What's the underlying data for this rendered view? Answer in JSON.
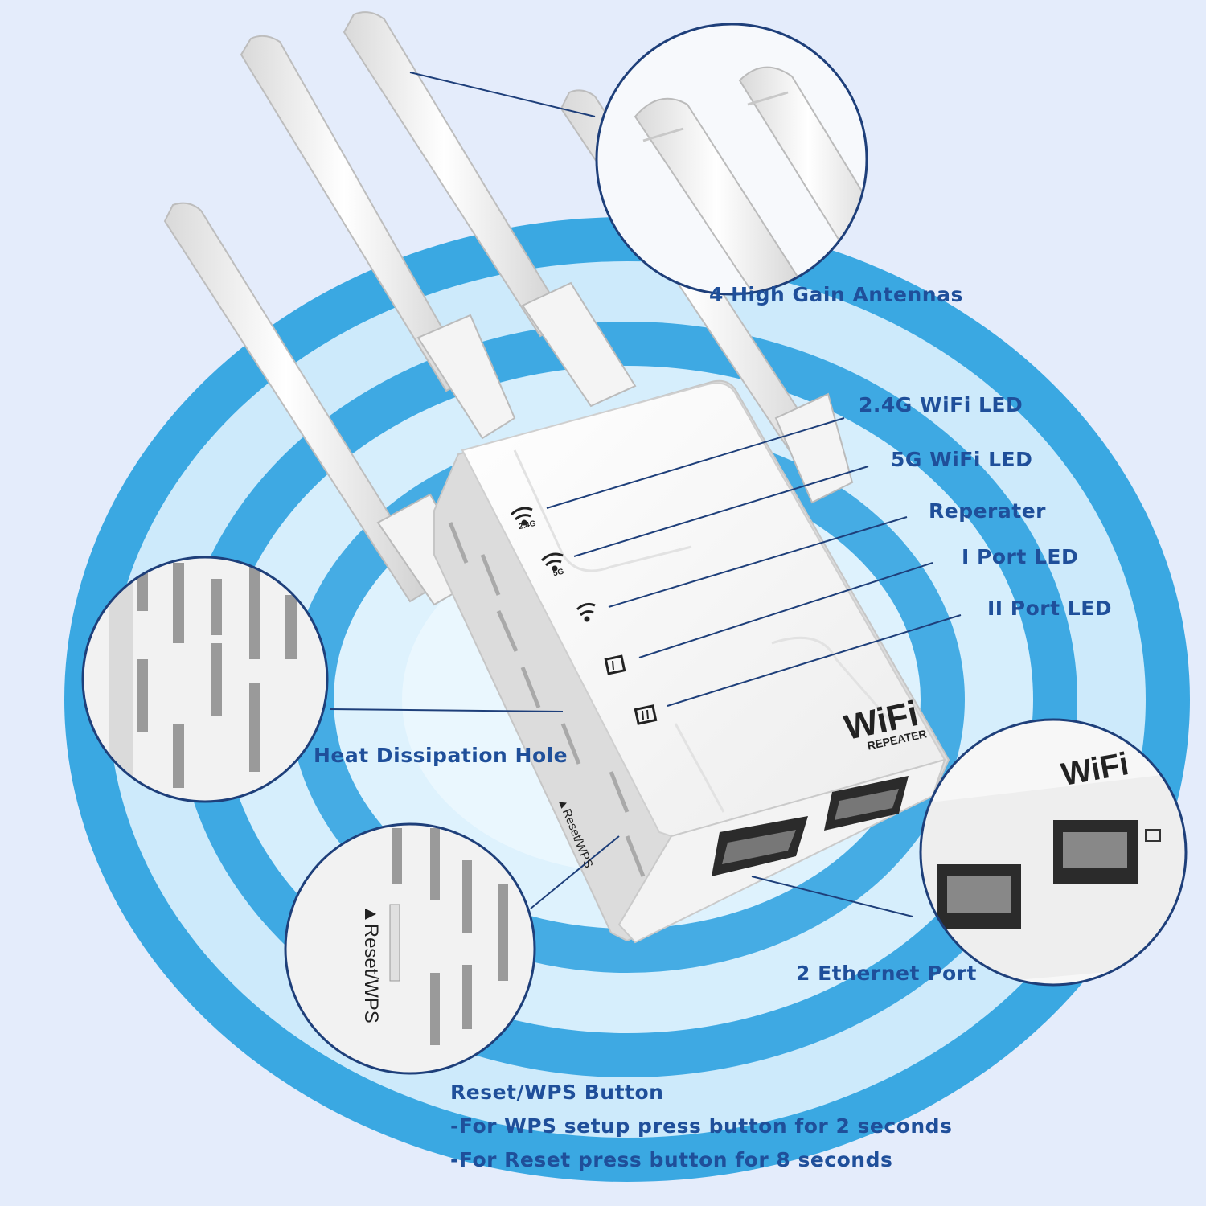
{
  "labels": {
    "antennas": "4 High Gain Antennas",
    "led_24g": "2.4G WiFi LED",
    "led_5g": "5G WiFi LED",
    "repeater": "Reperater",
    "port1_led": "I Port LED",
    "port2_led": "II Port LED",
    "heat_hole": "Heat Dissipation Hole",
    "ethernet": "2 Ethernet Port"
  },
  "wps": {
    "title": "Reset/WPS Button",
    "line1": "-For WPS setup press button for 2 seconds",
    "line2": "-For Reset press button for 8 seconds"
  },
  "device": {
    "brand_main": "WiFi",
    "brand_sub": "REPEATER",
    "led_24g_tag": "2.4G",
    "led_5g_tag": "5G",
    "reset_label": "▲Reset/WPS"
  },
  "colors": {
    "label_text": "#1f4f9a",
    "ring": "#38a9e4",
    "background": "#e4ecfb"
  }
}
